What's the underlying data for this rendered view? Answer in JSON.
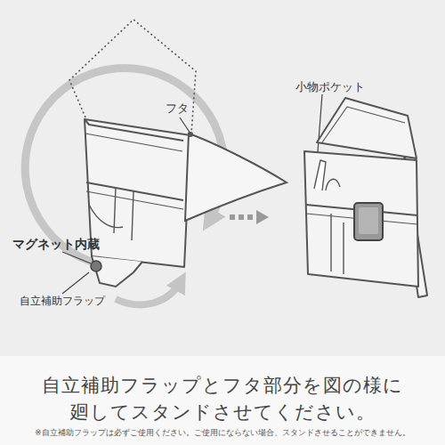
{
  "diagram": {
    "caption": "自立補助フラップとフタ部分を図の様に 廻してスタンドさせてください。",
    "labels": [
      "フタ",
      "小物ポケット",
      "マグネット内蔵",
      "自立補助フラップ",
      "※自立補助フラップは必ずご使用ください。ご使用にならない場合、スタンドさせることができません。"
    ]
  }
}
